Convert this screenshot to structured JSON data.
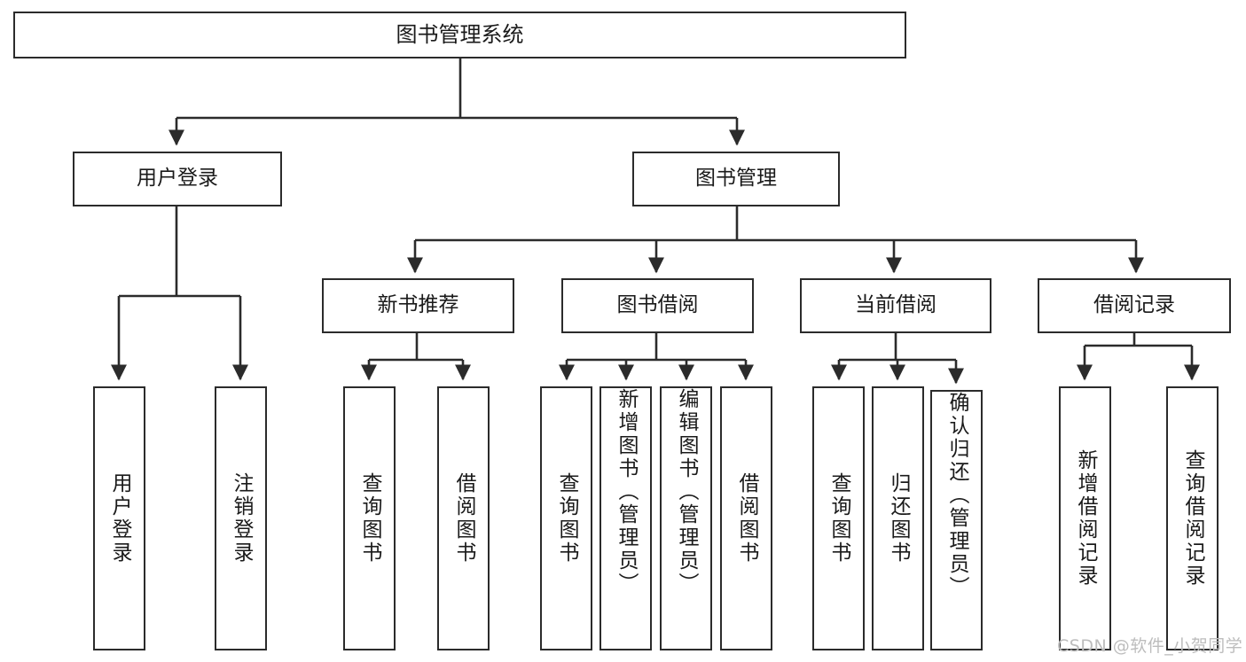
{
  "diagram": {
    "title": "图书管理系统",
    "watermark": "CSDN @软件_小贺同学",
    "stroke_color": "#2b2b2b",
    "text_color": "#1a1a1a",
    "background_color": "#ffffff",
    "watermark_color": "#bdbdbd",
    "type": "tree-hierarchy-chart",
    "levels": 4
  },
  "nodes": {
    "root": {
      "label": "图书管理系统"
    },
    "level2": [
      {
        "label": "用户登录"
      },
      {
        "label": "图书管理"
      }
    ],
    "level3": [
      {
        "label": "新书推荐"
      },
      {
        "label": "图书借阅"
      },
      {
        "label": "当前借阅"
      },
      {
        "label": "借阅记录"
      }
    ],
    "leaves": {
      "user_login": [
        {
          "label": "用户登录"
        },
        {
          "label": "注销登录"
        }
      ],
      "new_book_recommend": [
        {
          "label": "查询图书"
        },
        {
          "label": "借阅图书"
        }
      ],
      "book_borrow": [
        {
          "label": "查询图书"
        },
        {
          "label": "新增图书（管理员）"
        },
        {
          "label": "编辑图书（管理员）"
        },
        {
          "label": "借阅图书"
        }
      ],
      "current_borrow": [
        {
          "label": "查询图书"
        },
        {
          "label": "归还图书"
        },
        {
          "label": "确认归还（管理员）"
        }
      ],
      "borrow_record": [
        {
          "label": "新增借阅记录"
        },
        {
          "label": "查询借阅记录"
        }
      ]
    }
  }
}
